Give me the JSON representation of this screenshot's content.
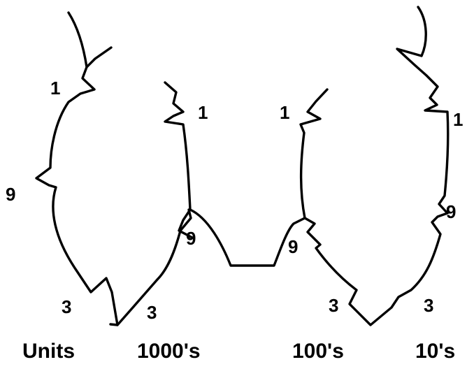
{
  "diagram": {
    "cord_color": "#000000",
    "background": "#ffffff",
    "knot_labels": {
      "units_top": "1",
      "units_middle": "9",
      "units_bottom": "3",
      "thousands_top": "1",
      "thousands_middle": "9",
      "thousands_bottom": "3",
      "hundreds_top": "1",
      "hundreds_middle": "9",
      "hundreds_bottom": "3",
      "tens_top": "1",
      "tens_middle": "9",
      "tens_bottom": "3"
    },
    "place_labels": {
      "units": "Units",
      "thousands": "1000's",
      "hundreds": "100's",
      "tens": "10's"
    }
  }
}
